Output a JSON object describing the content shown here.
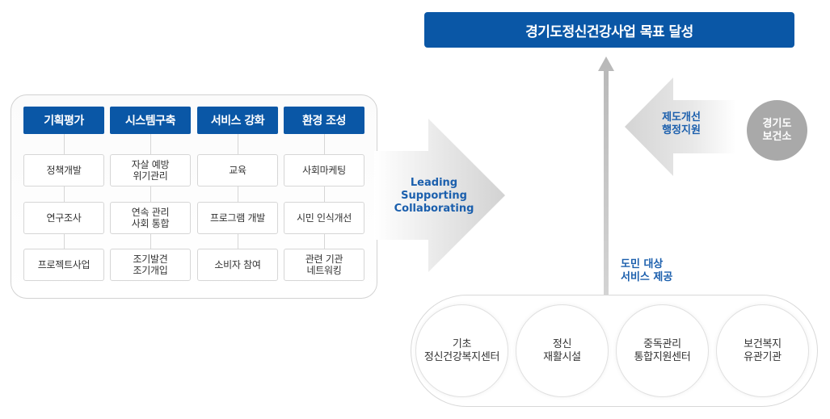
{
  "goal": "경기도정신건강사업 목표 달성",
  "columns": [
    {
      "header": "기획평가",
      "items": [
        "정책개발",
        "연구조사",
        "프로젝트사업"
      ]
    },
    {
      "header": "시스템구축",
      "items": [
        "자살 예방\n위기관리",
        "연속 관리\n사회 통합",
        "조기발견\n조기개입"
      ]
    },
    {
      "header": "서비스 강화",
      "items": [
        "교육",
        "프로그램 개발",
        "소비자 참여"
      ]
    },
    {
      "header": "환경 조성",
      "items": [
        "사회마케팅",
        "시민 인식개선",
        "관련 기관\n네트워킹"
      ]
    }
  ],
  "right_arrow_text": "Leading\nSupporting\nCollaborating",
  "left_arrow_text": "제도개선\n행정지원",
  "badge": "경기도\n보건소",
  "up_arrow_text": "도민 대상\n서비스 제공",
  "circles": [
    "기초\n정신건강복지센터",
    "정신\n재활시설",
    "중독관리\n통합지원센터",
    "보건복지\n유관기관"
  ],
  "colors": {
    "primary_blue": "#0a57a6",
    "text_blue": "#1b5fad",
    "badge_gray": "#a9a9a9"
  }
}
